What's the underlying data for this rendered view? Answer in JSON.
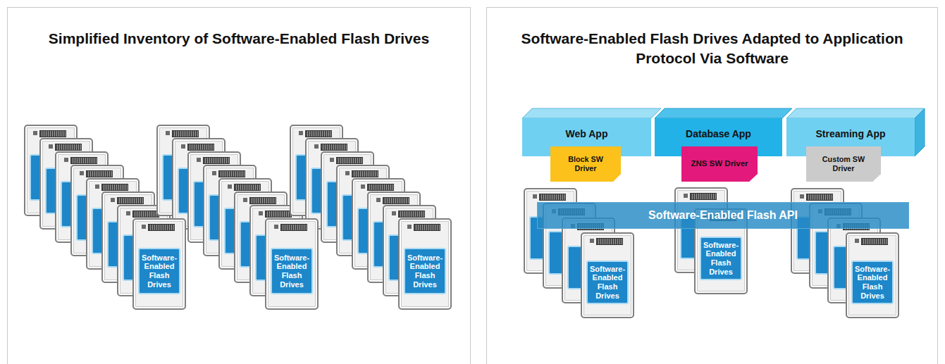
{
  "diagram": {
    "nodes": [
      {
        "text": [
          "Simplified Inventory of Software-Enabled Flash Drives"
        ]
      },
      {
        "text": [
          "Software-Enabled Flash Drives"
        ],
        "in": 0
      },
      {
        "text": [
          "Software-Enabled Flash Drives"
        ],
        "in": 0
      },
      {
        "text": [
          "Software-Enabled Flash Drives"
        ],
        "in": 0
      },
      {
        "text": [
          "Software-Enabled Flash Drives Adapted to Application Protocol Via Software"
        ]
      },
      {
        "text": [
          "Web App"
        ],
        "in": 4
      },
      {
        "text": [
          "Block SW Driver"
        ],
        "in": 4
      },
      {
        "text": [
          "Database App"
        ],
        "in": 4
      },
      {
        "text": [
          "ZNS SW Driver"
        ],
        "in": 4
      },
      {
        "text": [
          "Streaming App"
        ],
        "in": 4
      },
      {
        "text": [
          "Custom SW Driver"
        ],
        "in": 4
      },
      {
        "text": [
          "Software-Enabled Flash API"
        ],
        "in": 4
      },
      {
        "text": [
          "Software-Enabled Flash Drives"
        ],
        "in": 4
      },
      {
        "text": [
          "Software-Enabled Flash Drives"
        ],
        "in": 4
      },
      {
        "text": [
          "Software-Enabled Flash Drives"
        ],
        "in": 4
      }
    ]
  }
}
